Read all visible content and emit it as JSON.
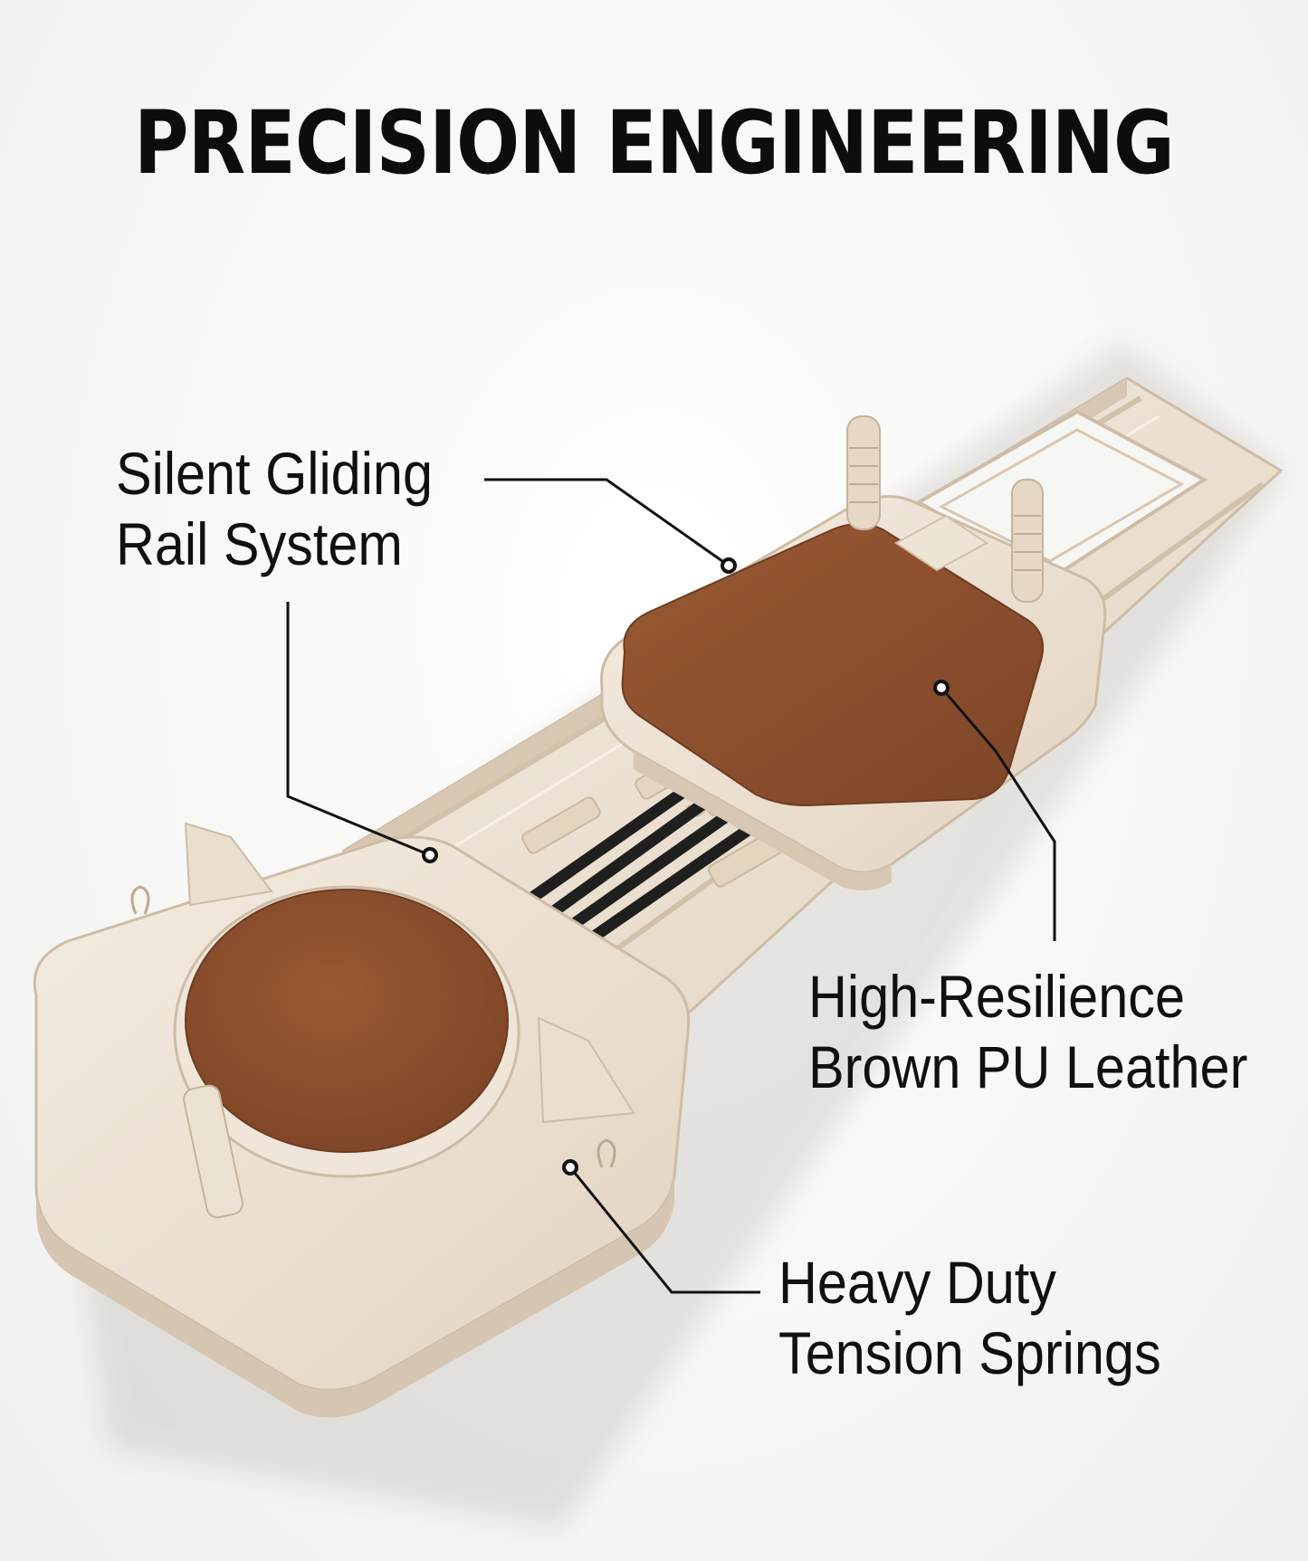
{
  "title": "PRECISION ENGINEERING",
  "callouts": {
    "rail": {
      "line1": "Silent Gliding",
      "line2": "Rail System"
    },
    "leather": {
      "line1": "High-Resilience",
      "line2": "Brown PU Leather"
    },
    "springs": {
      "line1": "Heavy Duty",
      "line2": "Tension Springs"
    }
  },
  "colors": {
    "frame": "#ece1d2",
    "frame_shadow": "#d6c6b1",
    "pad": "#8a4f2d",
    "spring": "#1f1f1f",
    "text": "#0d0d0d"
  }
}
